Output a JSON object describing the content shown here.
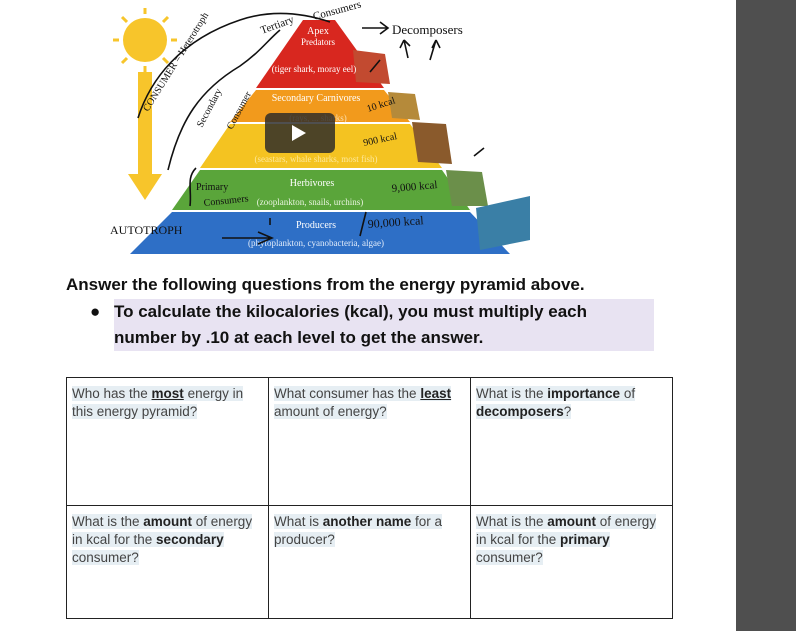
{
  "pyramid": {
    "apex_label": "Apex",
    "apex_sub": "Predators",
    "apex_examples": "(tiger shark, moray eel)",
    "secondary_label": "Secondary Carnivores",
    "secondary_examples": "(rays, ... sharks)",
    "primary_carn_examples": "(seastars, whale sharks, most fish)",
    "herbivores_label": "Herbivores",
    "herbivores_examples": "(zooplankton, snails, urchins)",
    "producers_label": "Producers",
    "producers_examples": "(phytoplankton, cyanobacteria, algae)",
    "hw_tertiary": "Tertiary",
    "hw_consumers": "Consumers",
    "hw_decomposers": "Decomposers",
    "hw_consumer_hetero": "CONSUMER = Heterotroph",
    "hw_secondary": "Secondary",
    "hw_consumer2": "Consumer",
    "hw_primary": "Primary",
    "hw_primary_consumers": "Consumers",
    "hw_autotroph": "AUTOTROPH",
    "hw_kcal_10": "10 kcal",
    "hw_kcal_900": "900 kcal",
    "hw_kcal_9000": "9,000 kcal",
    "hw_kcal_90000": "90,000 kcal",
    "colors": {
      "apex": "#d8271f",
      "secondary": "#f29a1c",
      "tertiary_band": "#f4c321",
      "herbivores": "#5aa53a",
      "producers": "#2e6fc6",
      "sun": "#f7c52b"
    }
  },
  "video": {
    "play_icon": "play-icon"
  },
  "instructions": {
    "heading": "Answer the following questions from the energy pyramid above.",
    "bullet": "To calculate the kilocalories (kcal), you must multiply each number by .10 at each level to get the answer."
  },
  "table": {
    "q1": {
      "a": "Who has the ",
      "b": "most",
      "c": " energy in this energy pyramid?"
    },
    "q2": {
      "a": "What consumer has the ",
      "b": "least",
      "c": " amount of energy?"
    },
    "q3": {
      "a": "What is the ",
      "b": "importance",
      "c": " of ",
      "d": "decomposers",
      "e": "?"
    },
    "q4": {
      "a": "What is the ",
      "b": "amount",
      "c": " of energy in kcal for the ",
      "d": "secondary",
      "e": " consumer?"
    },
    "q5": {
      "a": "What is ",
      "b": "another name",
      "c": " for a producer?"
    },
    "q6": {
      "a": "What is the ",
      "b": "amount",
      "c": " of energy in kcal for the ",
      "d": "primary",
      "e": " consumer?"
    }
  }
}
